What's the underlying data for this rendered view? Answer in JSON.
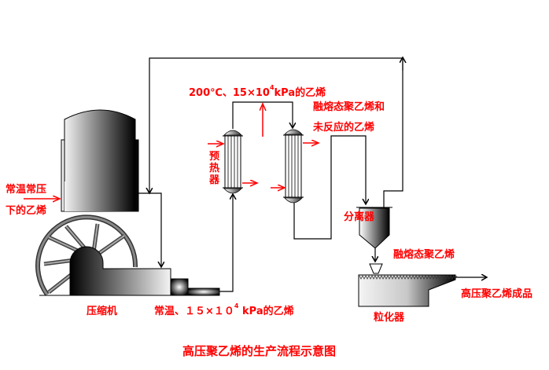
{
  "title": "高压聚乙烯的生产流程示意图",
  "labels": {
    "feed_line1": "常温常压",
    "feed_line2": "下的乙烯",
    "compressor": "压缩机",
    "compressed_prefix": "常温、１５×１０",
    "compressed_exp": "4",
    "compressed_suffix": " kPa的乙烯",
    "heated_prefix": "200℃、15×10",
    "heated_exp": "4",
    "heated_suffix": "kPa的乙烯",
    "preheater": "预热器",
    "reactor_out_line1": "融熔态聚乙烯和",
    "reactor_out_line2": "未反应的乙烯",
    "separator": "分离器",
    "melt": "融熔态聚乙烯",
    "pelletizer": "粒化器",
    "product": "高压聚乙烯成品"
  },
  "colors": {
    "label": "#ff0000",
    "line": "#000000"
  }
}
